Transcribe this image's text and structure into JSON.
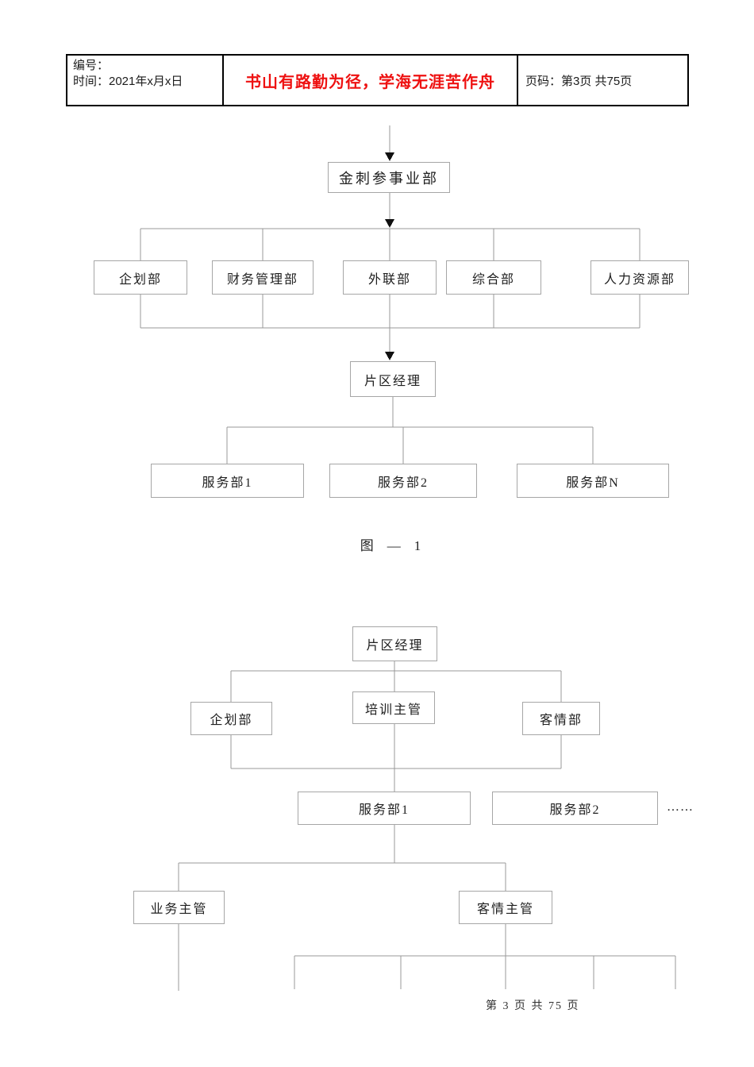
{
  "header": {
    "number_label": "编号：",
    "time_label": "时间：2021年x月x日",
    "motto": "书山有路勤为径，学海无涯苦作舟",
    "page_label": "页码：第3页 共75页"
  },
  "chart1": {
    "root": "金刺参事业部",
    "departments": [
      "企划部",
      "财务管理部",
      "外联部",
      "综合部",
      "人力资源部"
    ],
    "manager": "片区经理",
    "service_depts": [
      "服务部1",
      "服务部2",
      "服务部N"
    ],
    "caption": "图　—　1"
  },
  "chart2": {
    "root": "片区经理",
    "level2": [
      "企划部",
      "培训主管",
      "客情部"
    ],
    "level3": [
      "服务部1",
      "服务部2"
    ],
    "ellipsis": "……",
    "level4": [
      "业务主管",
      "客情主管"
    ]
  },
  "footer": {
    "page_indicator": "第 3 页 共 75 页"
  }
}
